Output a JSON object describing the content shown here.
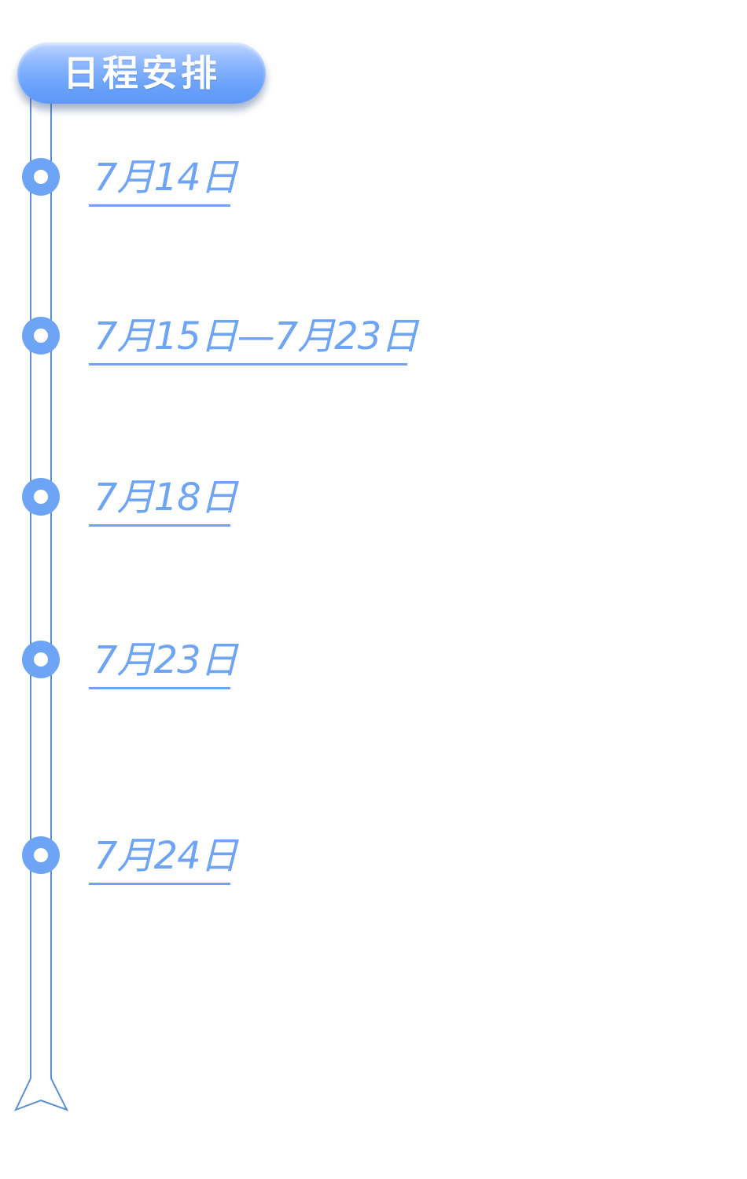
{
  "title": "日程安排",
  "colors": {
    "accent": "#6da4f6",
    "rail": "#5a8fd6",
    "title_gradient_top": "#bcd6ff",
    "title_gradient_bottom": "#5e97f7"
  },
  "icons": {
    "node": "timeline-node-icon",
    "arrow": "timeline-arrow-icon"
  },
  "schedule": [
    {
      "date": "7月14日"
    },
    {
      "date": "7月15日—7月23日"
    },
    {
      "date": "7月18日"
    },
    {
      "date": "7月23日"
    },
    {
      "date": "7月24日"
    }
  ]
}
